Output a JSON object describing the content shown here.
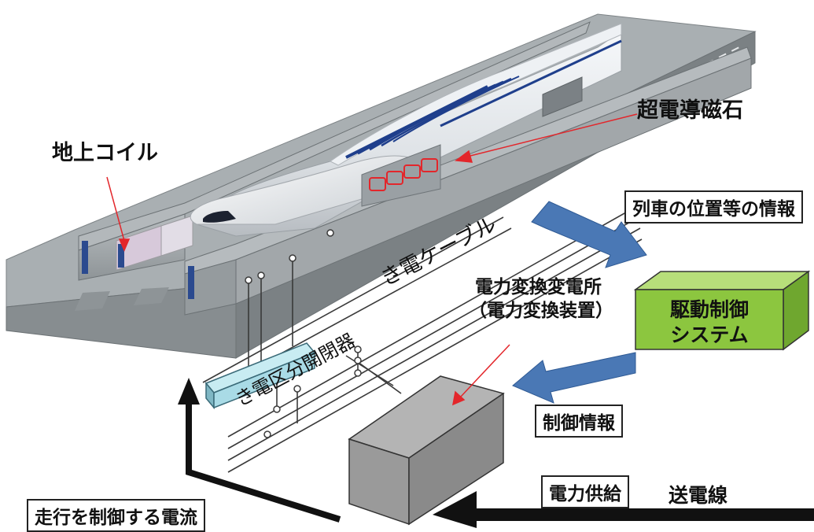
{
  "labels": {
    "ground_coil": "地上コイル",
    "superconducting_magnet": "超電導磁石",
    "train_info": "列車の位置等の情報",
    "drive_control": "駆動制御システム",
    "drive_control_line1": "駆動制御",
    "drive_control_line2": "システム",
    "feeder_cable": "き電ケーブル",
    "feeder_section_switch": "き電区分開閉器",
    "substation_line1": "電力変換変電所",
    "substation_line2": "（電力変換装置）",
    "control_info": "制御情報",
    "power_supply": "電力供給",
    "transmission_line": "送電線",
    "running_current": "走行を制御する電流"
  },
  "colors": {
    "arrow_blue": "#4a78b5",
    "drive_box_green": "#8cc63f",
    "switch_box_cyan": "#a9dbe6",
    "substation_gray": "#8a8a8a",
    "guideway_gray": "#9ea4a7",
    "callout_red": "#e3262b",
    "train_stripe": "#1f3f8c"
  }
}
